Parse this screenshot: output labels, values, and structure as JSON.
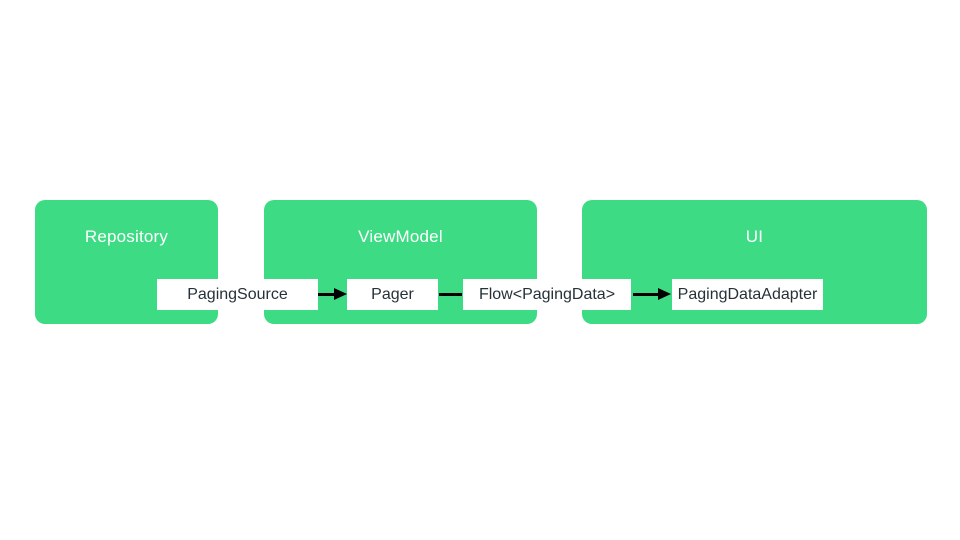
{
  "diagram": {
    "background_color": "#ffffff",
    "container_fill_color": "#3ddc84",
    "container_title_color": "#ffffff",
    "node_fill_color": "#ffffff",
    "node_text_color": "#263238",
    "connector_color": "#000000",
    "containers": [
      {
        "title": "Repository"
      },
      {
        "title": "ViewModel"
      },
      {
        "title": "UI"
      }
    ],
    "nodes": [
      {
        "label": "PagingSource"
      },
      {
        "label": "Pager"
      },
      {
        "label": "Flow<PagingData>"
      },
      {
        "label": "PagingDataAdapter"
      }
    ],
    "connectors": [
      {
        "from": "PagingSource",
        "to": "Pager",
        "style": "arrow"
      },
      {
        "from": "Pager",
        "to": "Flow<PagingData>",
        "style": "line"
      },
      {
        "from": "Flow<PagingData>",
        "to": "PagingDataAdapter",
        "style": "arrow"
      }
    ]
  }
}
